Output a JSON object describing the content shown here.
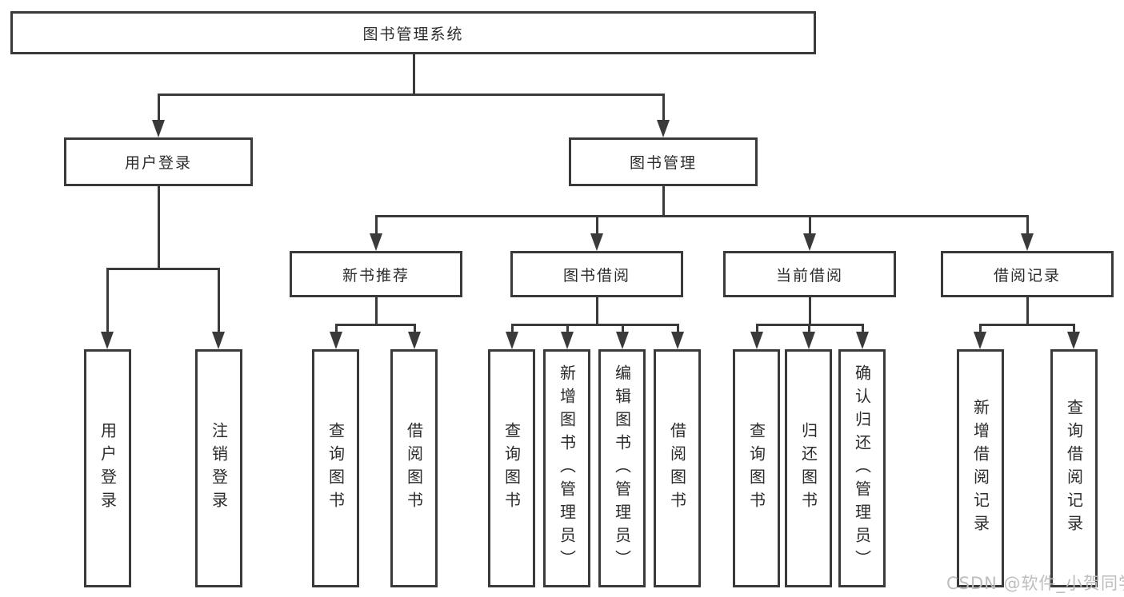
{
  "nodes": {
    "root": "图书管理系统",
    "l2": [
      "用户登录",
      "图书管理"
    ],
    "l3": [
      "新书推荐",
      "图书借阅",
      "当前借阅",
      "借阅记录"
    ],
    "leaves_user": [
      "用户登录",
      "注销登录"
    ],
    "leaves_recommend": [
      "查询图书",
      "借阅图书"
    ],
    "leaves_borrow": [
      "查询图书",
      "新增图书（管理员）",
      "编辑图书（管理员）",
      "借阅图书"
    ],
    "leaves_current": [
      "查询图书",
      "归还图书",
      "确认归还（管理员）"
    ],
    "leaves_record": [
      "新增借阅记录",
      "查询借阅记录"
    ]
  },
  "watermark": {
    "text": "CSDN @软件_小贺同学"
  },
  "colors": {
    "line": "#3a3a3a",
    "box_border": "#3a3a3a",
    "box_fill": "#ffffff",
    "text": "#2b2b2b",
    "watermark": "#bdbdbd",
    "background": "#ffffff"
  }
}
